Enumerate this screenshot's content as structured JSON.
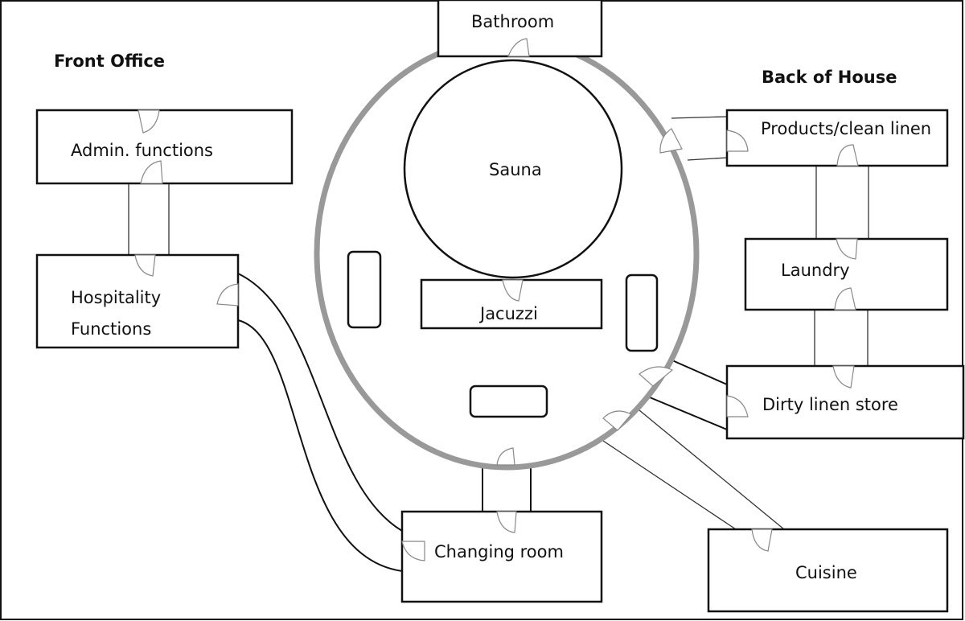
{
  "diagram": {
    "zones": {
      "front_office": "Front Office",
      "back_of_house": "Back of House"
    },
    "rooms": {
      "bathroom": "Bathroom",
      "sauna": "Sauna",
      "jacuzzi": "Jacuzzi",
      "admin": "Admin. functions",
      "hospitality_line1": "Hospitality",
      "hospitality_line2": "Functions",
      "products": "Products/clean linen",
      "laundry": "Laundry",
      "dirty_linen": "Dirty linen store",
      "changing": "Changing room",
      "cuisine": "Cuisine"
    },
    "colors": {
      "oval_wall": "#999999",
      "lines": "#111111",
      "doors": "#888888"
    }
  }
}
